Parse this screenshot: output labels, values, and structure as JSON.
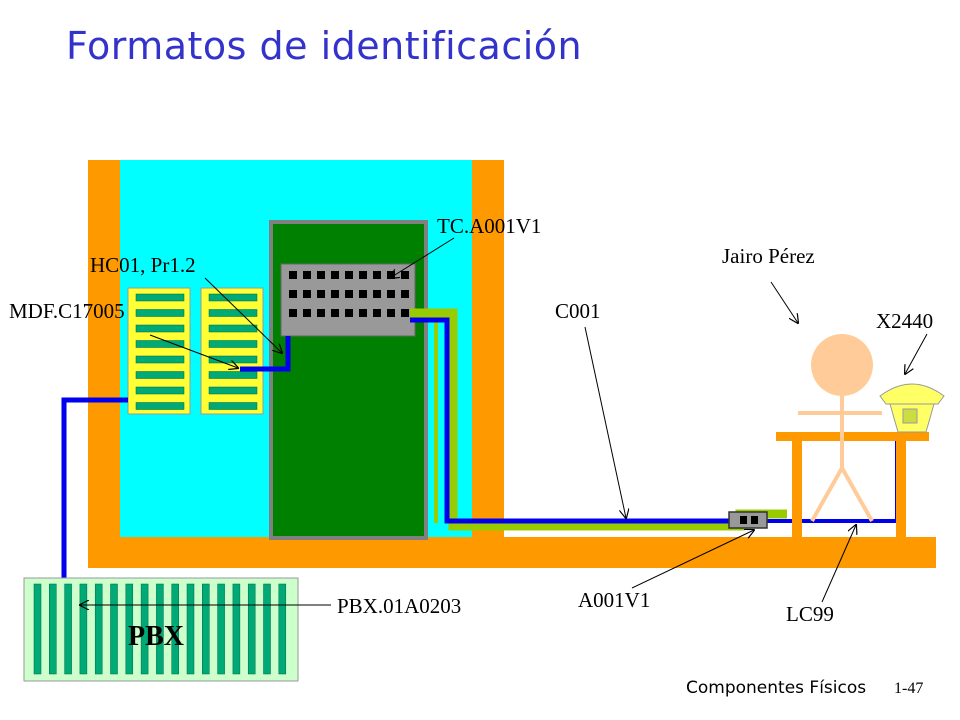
{
  "slide": {
    "title": "Formatos de identificación",
    "footer_section": "Componentes Físicos",
    "footer_page": "1-47"
  },
  "labels": {
    "tc": "TC.A001V1",
    "hc": "HC01, Pr1.2",
    "mdf": "MDF.C17005",
    "c001": "C001",
    "user": "Jairo Pérez",
    "ext": "X2440",
    "outlet": "A001V1",
    "pbx_id": "PBX.01A0203",
    "lc": "LC99",
    "pbx_box": "PBX"
  },
  "colors": {
    "title": "#3333cc",
    "wall": "#ff9900",
    "room": "#00ffff",
    "rack": "#008000",
    "cable_blue": "#0000ee",
    "cable_green": "#99cc00",
    "panel_yellow": "#ffff33",
    "pbx_bg": "#ccffcc",
    "person": "#ffcc99",
    "phone": "#ffff66"
  }
}
